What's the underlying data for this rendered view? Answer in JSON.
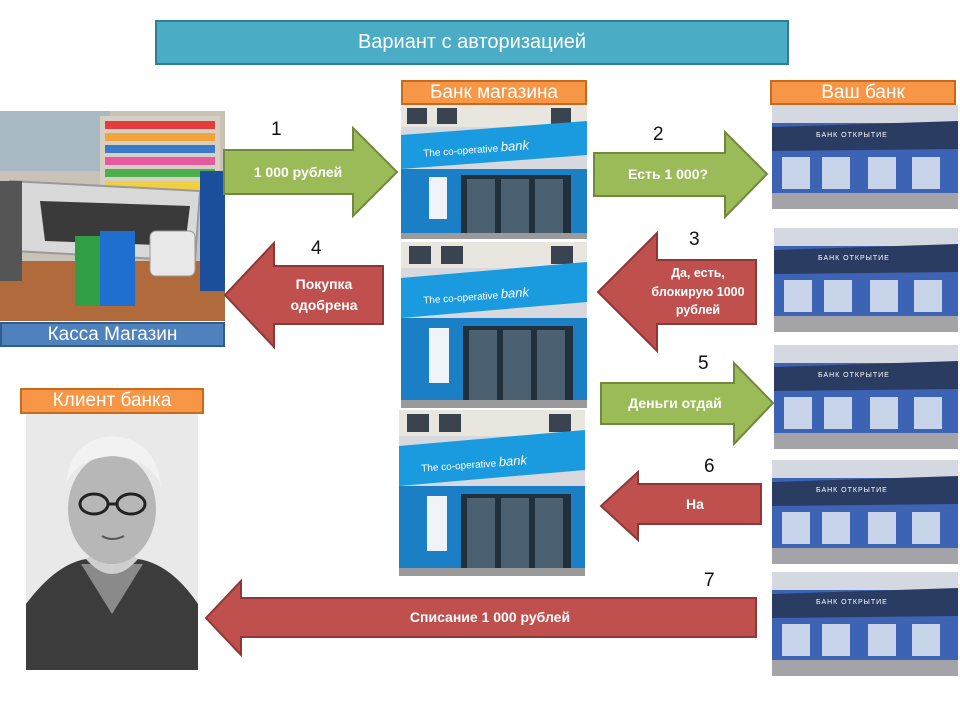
{
  "title": "Вариант с авторизацией",
  "labels": {
    "store_bank": "Банк магазина",
    "your_bank": "Ваш банк",
    "checkout": "Касса Магазин",
    "client": "Клиент банка"
  },
  "storefront_sign": {
    "brand": "The co-operative",
    "word": "bank"
  },
  "your_bank_sign": "БАНК ОТКРЫТИЕ",
  "steps": [
    {
      "num": "1",
      "text": "1 000 рублей",
      "direction": "right",
      "color": "#9bbb59"
    },
    {
      "num": "2",
      "text": "Есть 1 000?",
      "direction": "right",
      "color": "#9bbb59"
    },
    {
      "num": "3",
      "text": "Да, есть, блокирую 1000 рублей",
      "direction": "left",
      "color": "#c0504d"
    },
    {
      "num": "4",
      "text": "Покупка одобрена",
      "direction": "left",
      "color": "#c0504d"
    },
    {
      "num": "5",
      "text": "Деньги отдай",
      "direction": "right",
      "color": "#9bbb59"
    },
    {
      "num": "6",
      "text": "На",
      "direction": "left",
      "color": "#c0504d"
    },
    {
      "num": "7",
      "text": "Списание 1 000 рублей",
      "direction": "left",
      "color": "#c0504d"
    }
  ],
  "colors": {
    "banner": "#4bacc6",
    "label_orange": "#f79646",
    "label_blue": "#4f81bd",
    "arrow_green": "#9bbb59",
    "arrow_red": "#c0504d"
  }
}
